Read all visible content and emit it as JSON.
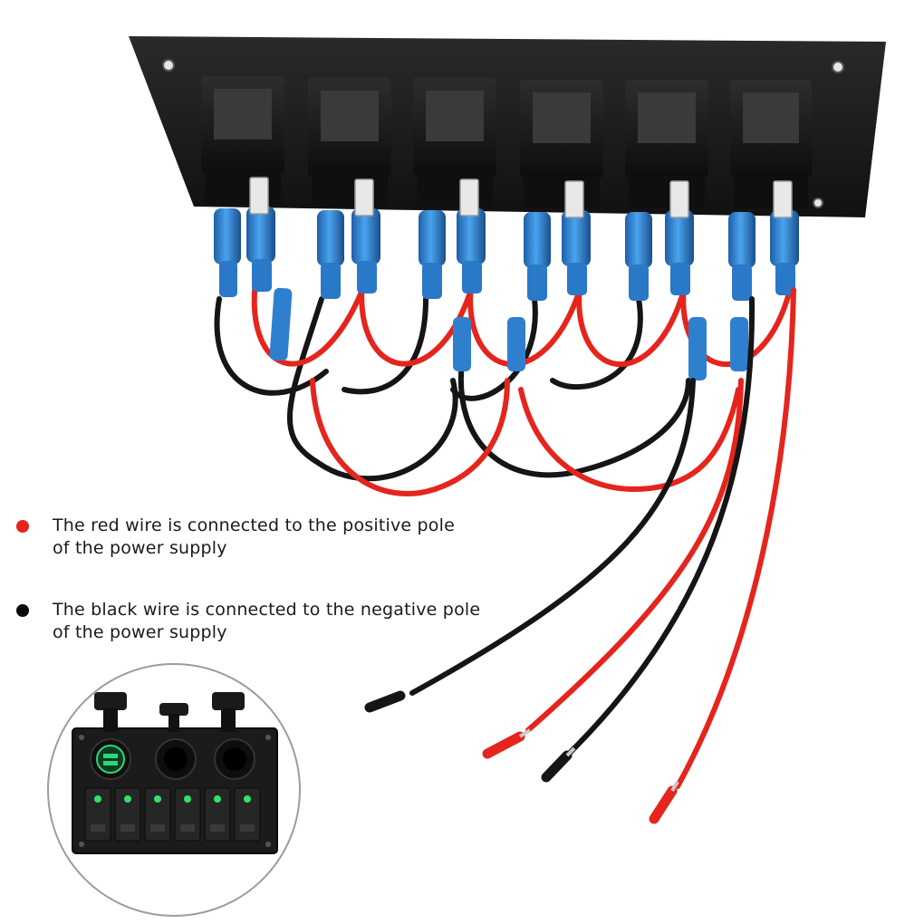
{
  "legend": {
    "red": {
      "line1": "The red wire is connected to the positive pole",
      "line2": "of the power supply",
      "dot_color": "#e8231b"
    },
    "black": {
      "line1": "The black wire is connected to the negative pole",
      "line2": "of the power supply",
      "dot_color": "#0a0a0a"
    }
  },
  "colors": {
    "panel": "#1c1c1c",
    "red_wire": "#e5251d",
    "black_wire": "#151515",
    "blue_connector": "#2b86d8",
    "switch_led": "#33e06a",
    "usb_led": "#2ed57a"
  },
  "product": {
    "switch_count": 6,
    "inset_parts": [
      "usb-charger",
      "cigarette-socket",
      "cigarette-socket"
    ]
  }
}
